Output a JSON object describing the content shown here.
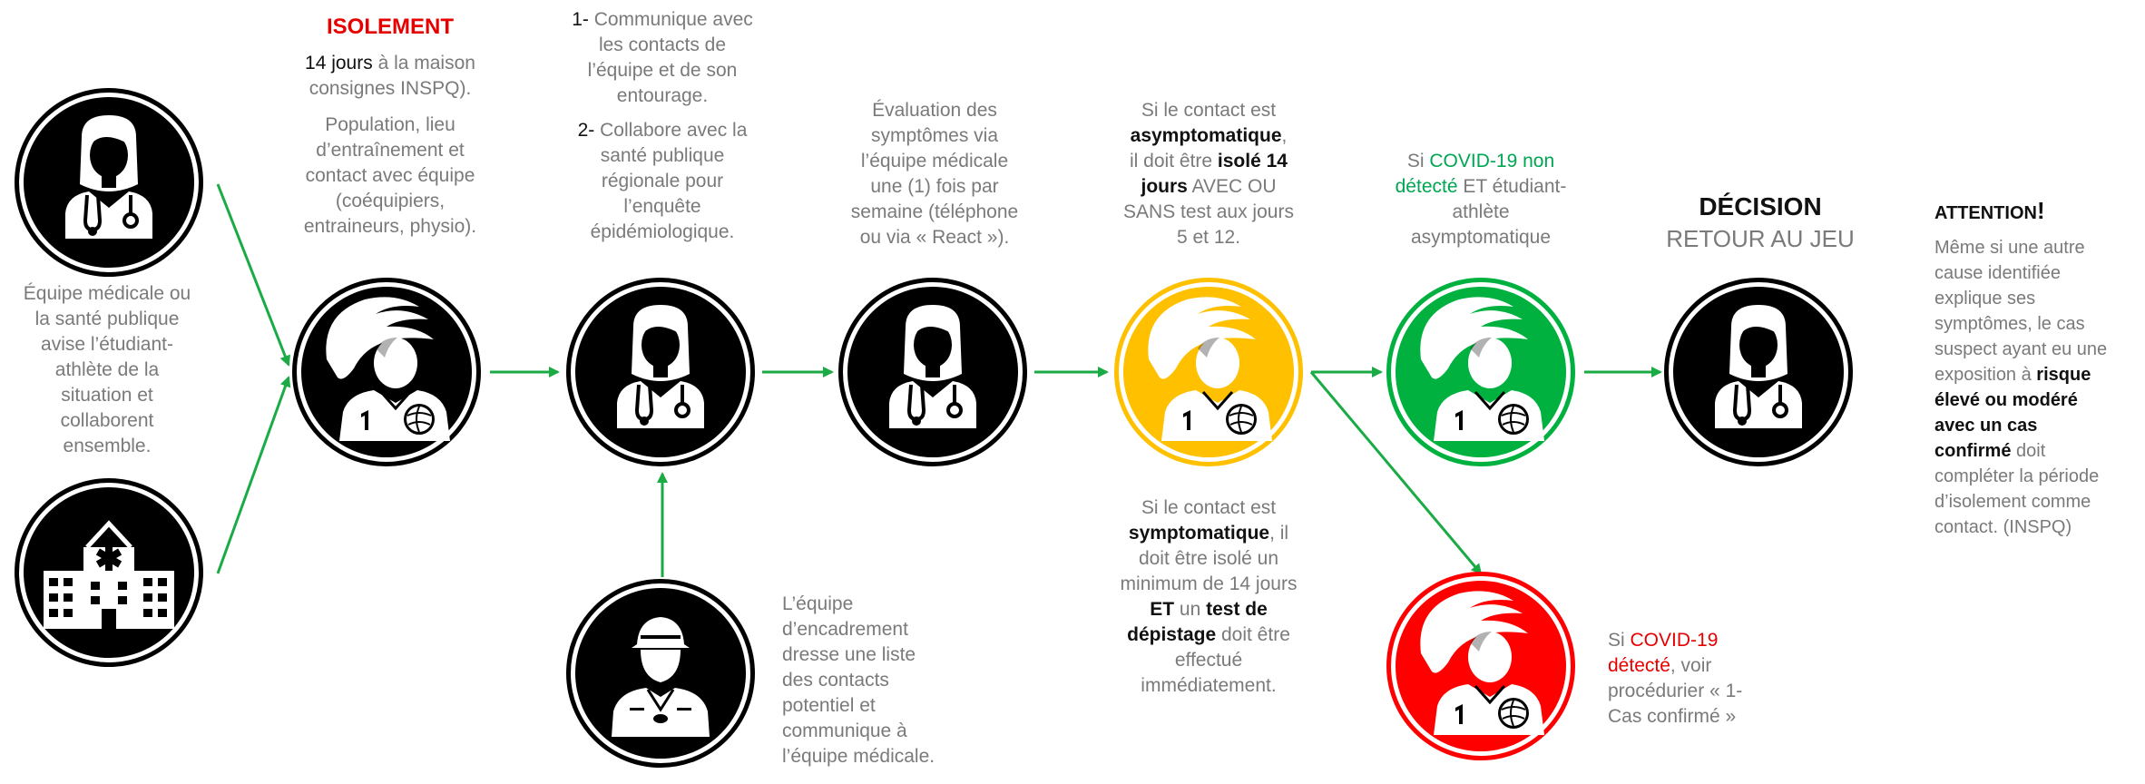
{
  "colors": {
    "arrow": "#1aab45",
    "black_node": "#000000",
    "yellow_node": "#ffc000",
    "green_node": "#00b140",
    "red_node": "#ff0000",
    "red_text": "#e60000",
    "green_text": "#00a651"
  },
  "left_caption": {
    "lines": [
      "Équipe médicale ou",
      "la santé publique",
      "avise l’étudiant-",
      "athlète de la",
      "situation et",
      "collaborent",
      "ensemble."
    ]
  },
  "isolement": {
    "title": "ISOLEMENT",
    "line1_bold": "14 jours",
    "line1_rest": " à la maison",
    "line2": "consignes INSPQ).",
    "para2": [
      "Population, lieu",
      "d’entraînement et",
      "contact avec équipe",
      "(coéquipiers,",
      "entraineurs, physio)."
    ]
  },
  "step_comm": {
    "item1_num": "1-",
    "item1_lines": [
      " Communique avec",
      "les contacts de",
      "l’équipe et de son",
      "entourage."
    ],
    "item2_num": "2-",
    "item2_lines": [
      " Collabore avec la",
      "santé publique",
      "régionale pour",
      "l’enquête",
      "épidémiologique."
    ]
  },
  "evaluation": {
    "lines": [
      "Évaluation des",
      "symptômes via",
      "l’équipe médicale",
      "une (1) fois par",
      "semaine (téléphone",
      "ou via « React »)."
    ]
  },
  "asympto": {
    "l1": "Si le contact est",
    "l2_bold": "asymptomatique",
    "l2_rest": ",",
    "l3_rest": "il doit être ",
    "l3_bold": "isolé 14",
    "l4_bold": "jours",
    "l4_rest": " AVEC OU",
    "l5": "SANS test aux jours",
    "l6": "5 et 12."
  },
  "sympto": {
    "l1": "Si le contact est",
    "l2_bold": "symptomatique",
    "l2_rest": ", il",
    "l3": "doit être isolé un",
    "l4": "minimum de 14 jours",
    "l5_bold1": "ET",
    "l5_mid": " un ",
    "l5_bold2": "test de",
    "l6_bold": "dépistage",
    "l6_rest": " doit être",
    "l7": "effectué",
    "l8": "immédiatement."
  },
  "nondetecte": {
    "l1_pre": "Si ",
    "l1_green": "COVID-19 non",
    "l2_green": "détecté",
    "l2_rest": " ET étudiant-",
    "l3": "athlète",
    "l4": "asymptomatique"
  },
  "decision": {
    "title": "DÉCISION",
    "subtitle": "RETOUR AU JEU"
  },
  "attention": {
    "title": "ATTENTION",
    "title_mark": "!",
    "l1": "Même si une autre",
    "l2": "cause identifiée",
    "l3": "explique ses",
    "l4": "symptômes, le cas",
    "l5": "suspect ayant eu une",
    "l6_pre": "exposition à ",
    "l6_bold": "risque",
    "l7_bold": "élevé ou modéré",
    "l8_bold": "avec un cas",
    "l9_bold": "confirmé",
    "l9_rest": " doit",
    "l10": "compléter la période",
    "l11": "d’isolement comme",
    "l12": "contact. (INSPQ)"
  },
  "detecte": {
    "l1_pre": "Si ",
    "l1_red": "COVID-19",
    "l2_red": "détecté",
    "l2_rest": ", voir",
    "l3": "procédurier « 1-",
    "l4": "Cas confirmé »"
  },
  "encadrement": {
    "lines": [
      "L’équipe",
      "d’encadrement",
      "dresse une liste",
      "des contacts",
      "potentiel et",
      "communique à",
      "l’équipe médicale."
    ]
  },
  "nodes": [
    {
      "name": "medical-team-node",
      "icon": "doctor-icon",
      "color": "black"
    },
    {
      "name": "hospital-node",
      "icon": "hospital-icon",
      "color": "black"
    },
    {
      "name": "isolation-athlete-node",
      "icon": "athlete-icon",
      "color": "black"
    },
    {
      "name": "communication-doctor-node",
      "icon": "doctor-icon",
      "color": "black"
    },
    {
      "name": "evaluation-doctor-node",
      "icon": "doctor-icon",
      "color": "black"
    },
    {
      "name": "asymptomatic-athlete-node",
      "icon": "athlete-icon",
      "color": "yellow"
    },
    {
      "name": "not-detected-athlete-node",
      "icon": "athlete-icon",
      "color": "green"
    },
    {
      "name": "decision-doctor-node",
      "icon": "doctor-icon",
      "color": "black"
    },
    {
      "name": "detected-athlete-node",
      "icon": "athlete-icon",
      "color": "red"
    },
    {
      "name": "coach-node",
      "icon": "coach-icon",
      "color": "black"
    }
  ]
}
